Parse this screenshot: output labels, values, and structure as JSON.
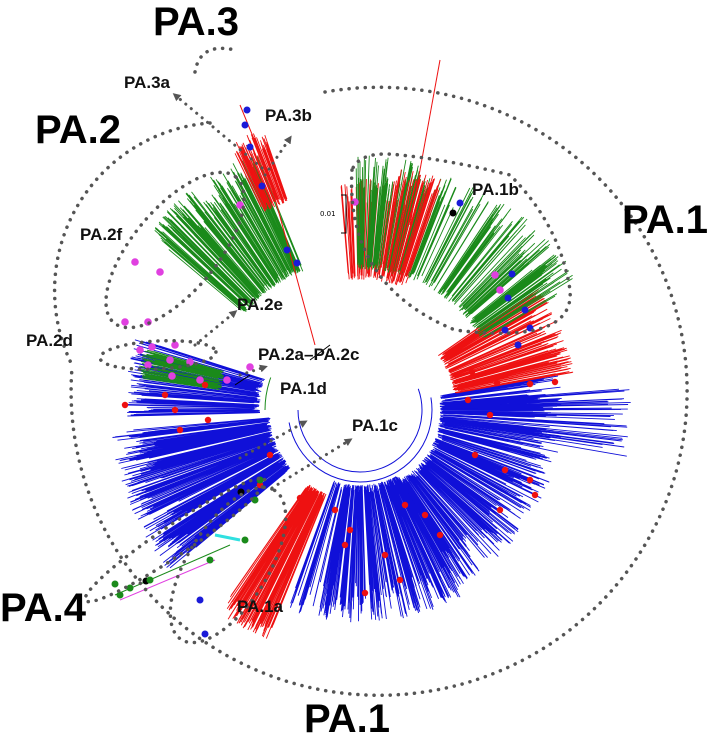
{
  "labels": {
    "pa1_right": "PA.1",
    "pa1_bottom": "PA.1",
    "pa2": "PA.2",
    "pa3": "PA.3",
    "pa4": "PA.4",
    "pa1a": "PA.1a",
    "pa1b": "PA.1b",
    "pa1c": "PA.1c",
    "pa1d": "PA.1d",
    "pa2a_c": "PA.2a–PA.2c",
    "pa2d": "PA.2d",
    "pa2e": "PA.2e",
    "pa2f": "PA.2f",
    "pa3a": "PA.3a",
    "pa3b": "PA.3b"
  },
  "scale_bar": {
    "label": "0.01"
  },
  "colors": {
    "pa1_blue": "#1010d8",
    "red_branch": "#ee1111",
    "green_branch": "#1a8a1a",
    "magenta_marker": "#e040e0",
    "blue_marker": "#1a1ad8",
    "red_marker": "#ee1111",
    "black_marker": "#000000",
    "cyan_branch": "#30e0e0",
    "dotted_outline": "#555555"
  }
}
